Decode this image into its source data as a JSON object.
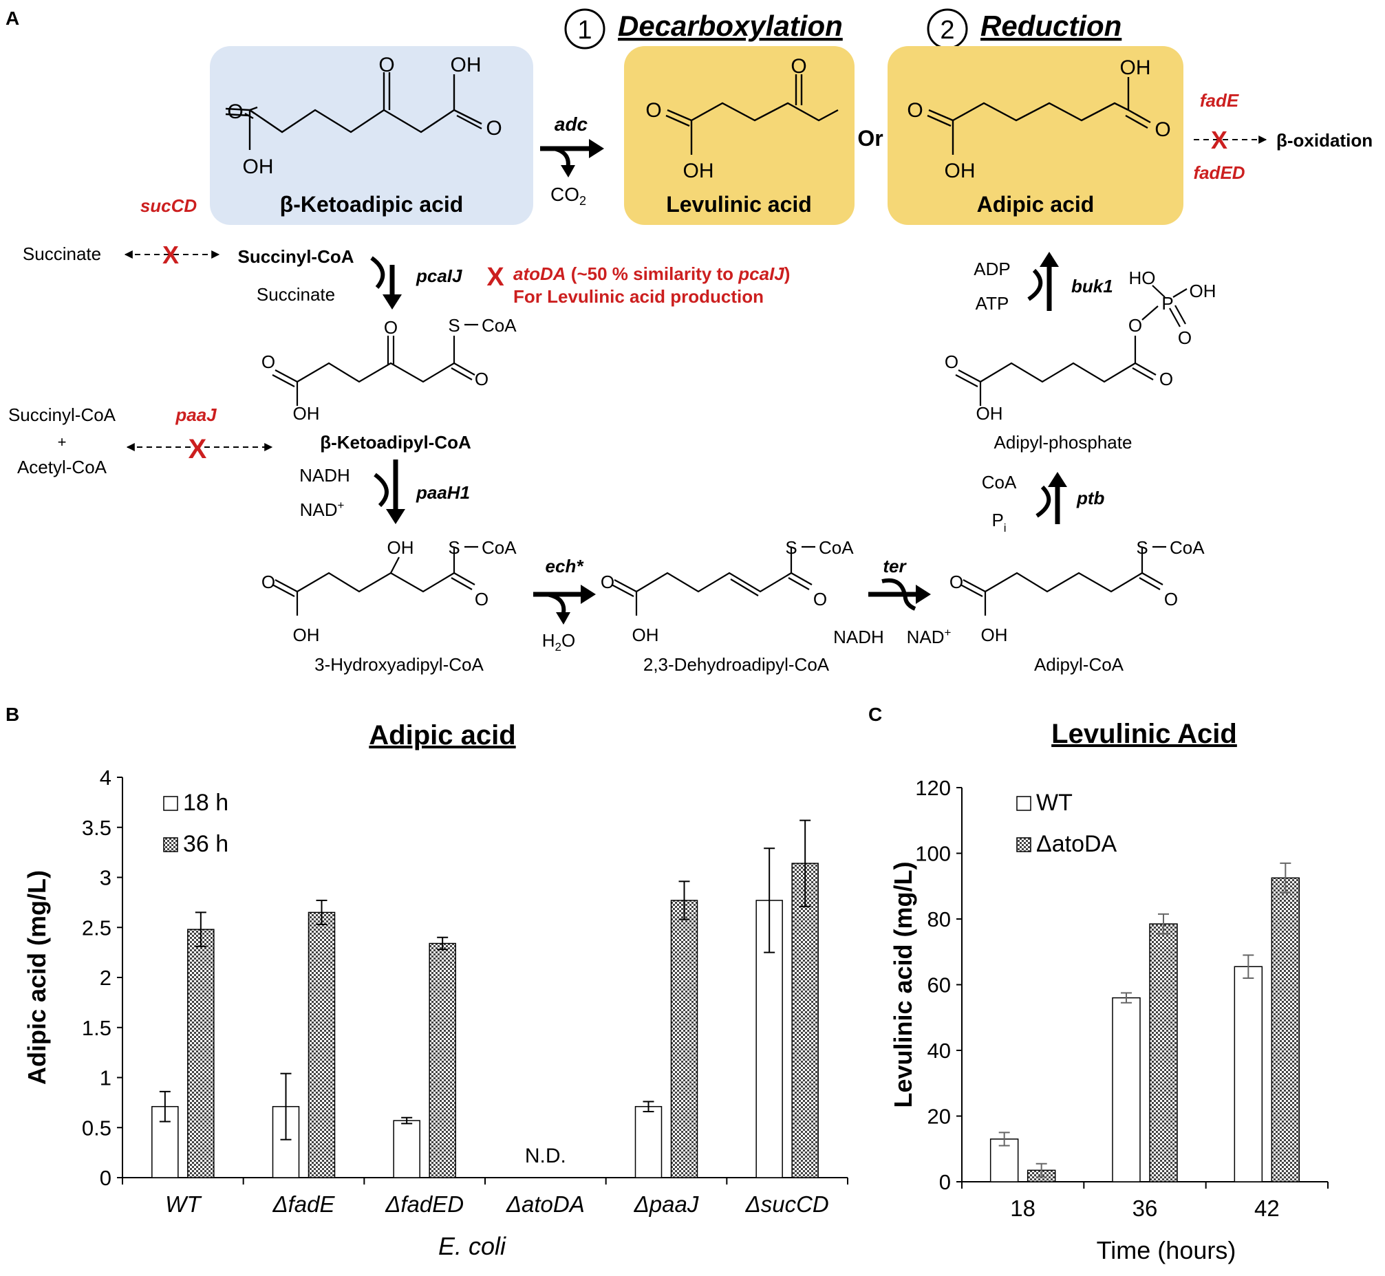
{
  "panel_labels": {
    "a": "A",
    "b": "B",
    "c": "C"
  },
  "pathway": {
    "steps": [
      {
        "num": "1",
        "label": "Decarboxylation"
      },
      {
        "num": "2",
        "label": "Reduction"
      }
    ],
    "compounds": {
      "keto_acid": "β-Ketoadipic acid",
      "levulinic": "Levulinic acid",
      "adipic": "Adipic acid",
      "succinyl_coa": "Succinyl-CoA",
      "succinate_left": "Succinate",
      "succinate_in": "Succinate",
      "keto_coa": "β-Ketoadipyl-CoA",
      "hydroxy_coa": "3-Hydroxyadipyl-CoA",
      "dehydro_coa": "2,3-Dehydroadipyl-CoA",
      "adipyl_coa": "Adipyl-CoA",
      "adipyl_phosphate": "Adipyl-phosphate",
      "succinyl_coa_l": "Succinyl-CoA",
      "plus": "+",
      "acetyl_coa": "Acetyl-CoA",
      "beta_oxidation": "β-oxidation"
    },
    "or_text": "Or",
    "enzymes": {
      "adc": "adc",
      "pcaIJ": "pcaIJ",
      "paaH1": "paaH1",
      "ech": "ech*",
      "ter": "ter",
      "ptb": "ptb",
      "buk1": "buk1"
    },
    "knockouts": {
      "sucCD": "sucCD",
      "paaJ": "paaJ",
      "fadE": "fadE",
      "fadED": "fadED",
      "atoDA_name": "atoDA",
      "atoDA_note": " (~50 % similarity to ",
      "atoDA_ref": "pcaIJ",
      "atoDA_close": ")",
      "atoDA_line2": "For Levulinic acid production",
      "x_mark": "X"
    },
    "cofactors": {
      "co2": "CO",
      "co2_sub": "2",
      "nadh1": "NADH",
      "nad1": "NAD",
      "plus_sup": "+",
      "h2o_h": "H",
      "h2o_sub": "2",
      "h2o_o": "O",
      "nadh2": "NADH",
      "nad2": "NAD",
      "coa": "CoA",
      "pi": "P",
      "pi_sub": "i",
      "adp": "ADP",
      "atp": "ATP"
    },
    "atoms": {
      "O": "O",
      "OH": "OH",
      "HO": "HO",
      "P": "P",
      "S": "S",
      "SCoA": "CoA"
    }
  },
  "chart_data": [
    {
      "type": "bar",
      "title": "Adipic acid",
      "ylabel": "Adipic acid (mg/L)",
      "xlabel": "E. coli",
      "categories": [
        "WT",
        "ΔfadE",
        "ΔfadED",
        "ΔatoDA",
        "ΔpaaJ",
        "ΔsucCD"
      ],
      "series": [
        {
          "name": "18 h",
          "values": [
            0.71,
            0.71,
            0.57,
            null,
            0.71,
            2.77
          ],
          "errors": [
            0.15,
            0.33,
            0.03,
            null,
            0.05,
            0.52
          ],
          "pattern": "open"
        },
        {
          "name": "36 h",
          "values": [
            2.48,
            2.65,
            2.34,
            null,
            2.77,
            3.14
          ],
          "errors": [
            0.17,
            0.12,
            0.06,
            null,
            0.19,
            0.43
          ],
          "pattern": "checkered"
        }
      ],
      "annotations": [
        {
          "category": "ΔatoDA",
          "text": "N.D."
        }
      ],
      "ylim": [
        0,
        4
      ],
      "yticks": [
        "0",
        "0.5",
        "1",
        "1.5",
        "2",
        "2.5",
        "3",
        "3.5",
        "4"
      ],
      "legend": "top-left",
      "grid": false
    },
    {
      "type": "bar",
      "title": "Levulinic Acid",
      "ylabel": "Levulinic acid (mg/L)",
      "xlabel": "Time (hours)",
      "categories": [
        "18",
        "36",
        "42"
      ],
      "series": [
        {
          "name": "WT",
          "values": [
            13,
            56,
            65.5
          ],
          "errors": [
            2,
            1.5,
            3.5
          ],
          "pattern": "open"
        },
        {
          "name": "ΔatoDA",
          "values": [
            3.5,
            78.5,
            92.5
          ],
          "errors": [
            2,
            3,
            4.5
          ],
          "pattern": "checkered"
        }
      ],
      "ylim": [
        0,
        120
      ],
      "yticks": [
        "0",
        "20",
        "40",
        "60",
        "80",
        "100",
        "120"
      ],
      "legend": "top-left",
      "grid": false
    }
  ]
}
